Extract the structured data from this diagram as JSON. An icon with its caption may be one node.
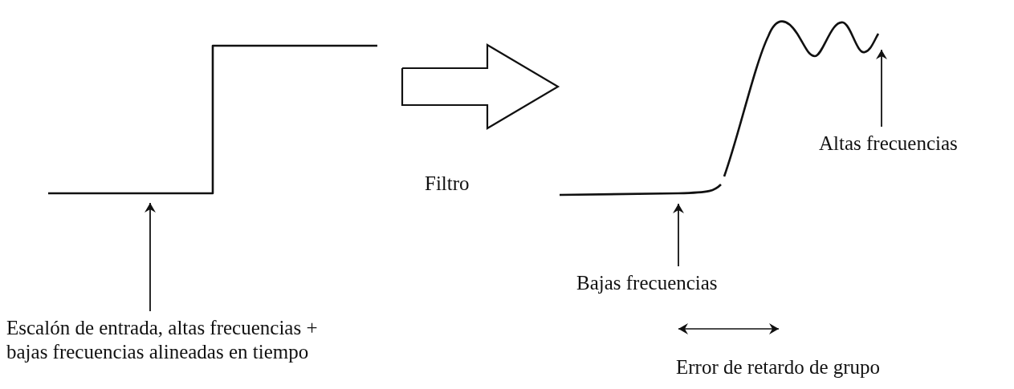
{
  "diagram": {
    "nodes": [
      {
        "text": [],
        "shape": "picture"
      },
      {
        "text": [
          "Escalón de entrada, altas frecuencias + bajas frecuencias alineadas en tiempo"
        ]
      },
      {
        "text": [],
        "shape": "picture"
      },
      {
        "text": [
          "Bajas frecuencias"
        ]
      },
      {
        "text": [
          "Altas frecuencias"
        ]
      }
    ],
    "edges": [
      {
        "from": 1,
        "to": 0,
        "arrow": "to"
      },
      {
        "from": 0,
        "to": 2,
        "arrow": "to",
        "label": "Filtro",
        "style": "thick"
      },
      {
        "from": 3,
        "to": 2,
        "arrow": "to"
      },
      {
        "from": 4,
        "to": 2,
        "arrow": "to"
      }
    ],
    "labels": [
      "Error de retardo de grupo"
    ]
  }
}
